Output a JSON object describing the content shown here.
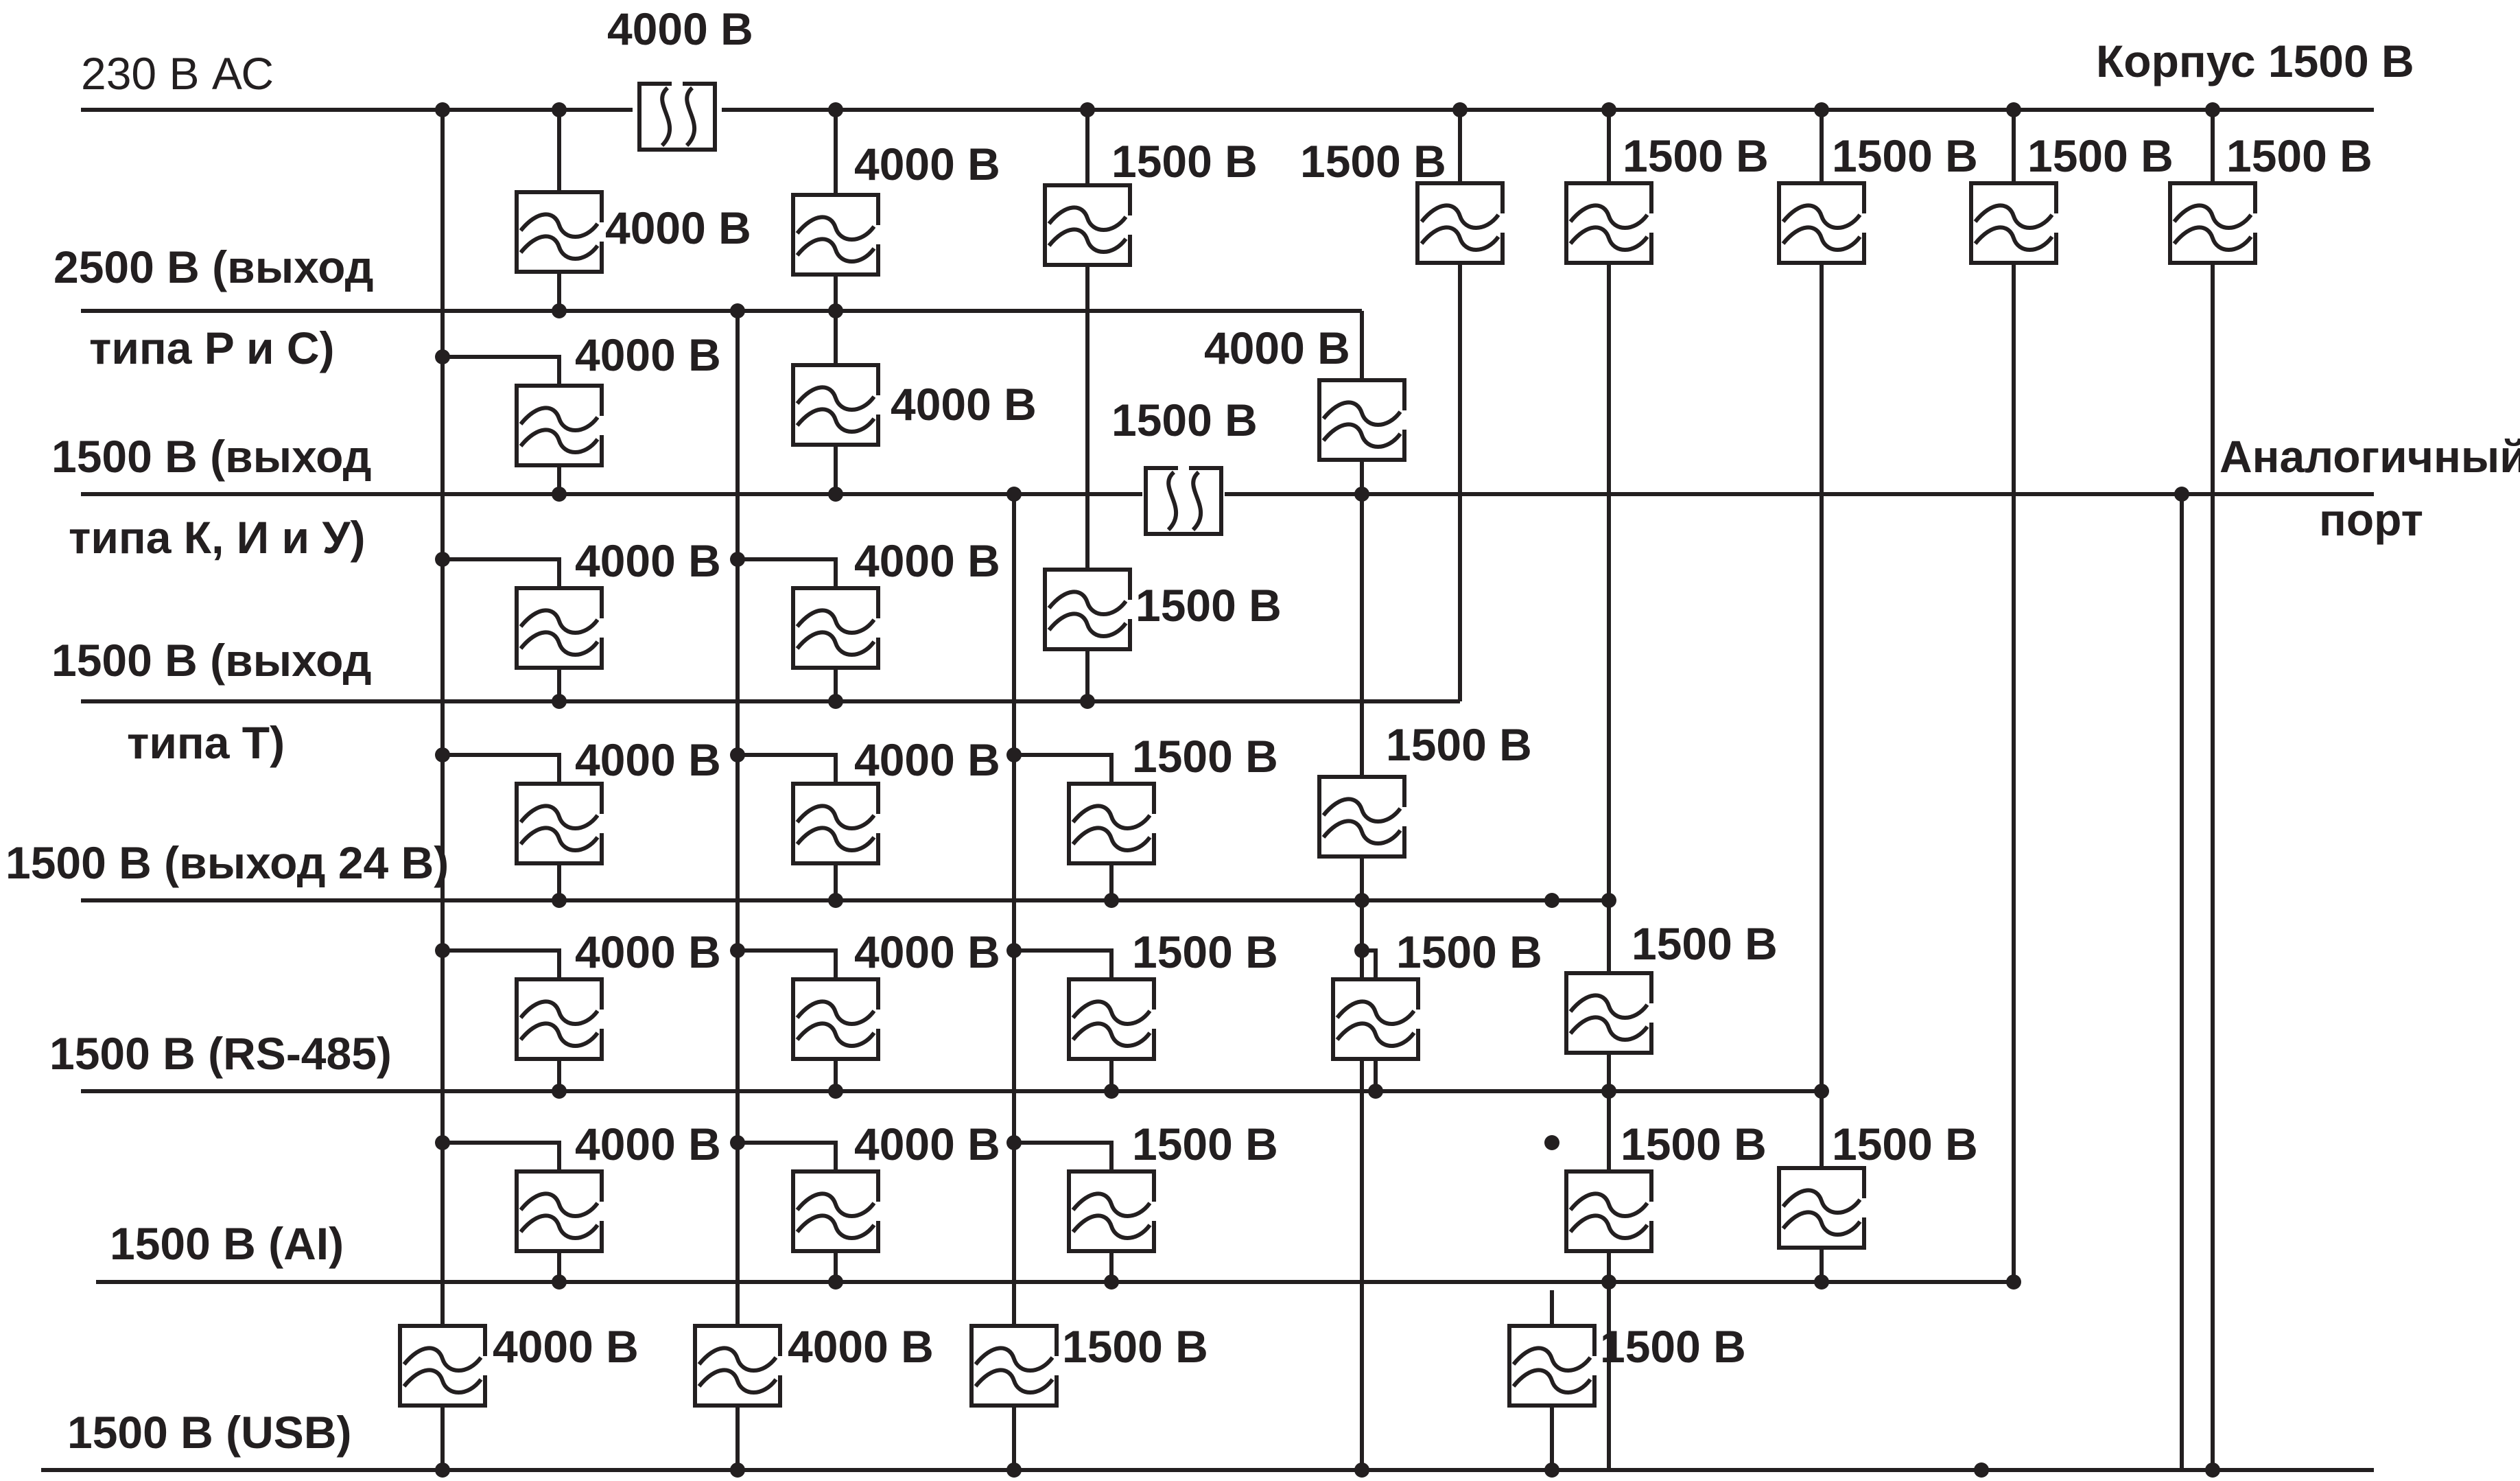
{
  "colors": {
    "line": "#231f20",
    "background": "#ffffff"
  },
  "buses": {
    "ac": "230 В АС",
    "case": "Корпус 1500 В",
    "b1_l1": "2500 В (выход",
    "b1_l2": "типа P и C)",
    "b2_l1": "1500 В (выход",
    "b2_l2": "типа К, И и У)",
    "b3_l1": "1500 В (выход",
    "b3_l2": "типа T)",
    "b4": "1500 В (выход 24 В)",
    "b5": "1500 В (RS-485)",
    "b6": "1500 В (AI)",
    "b7": "1500 В (USB)",
    "analog_l1": "Аналогичный",
    "analog_l2": "порт"
  },
  "ratings": {
    "high": "4000 В",
    "low": "1500 В"
  }
}
